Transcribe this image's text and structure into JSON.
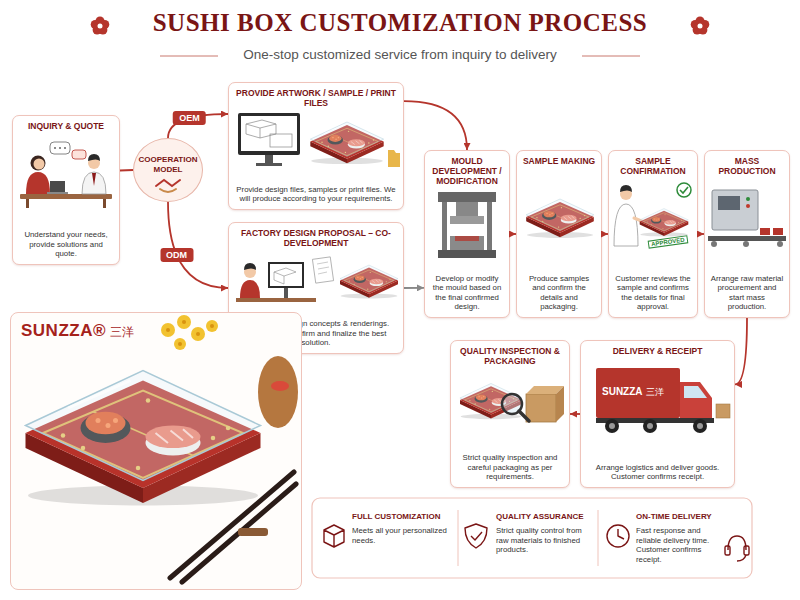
{
  "diagram": {
    "title": "SUSHI BOX CUSTOMIZATION PROCESS",
    "nodes": [
      {
        "text": [
          "INQUIRY & QUOTE",
          "Understand your needs, provide solutions and quote."
        ]
      },
      {
        "text": [
          "COOPERATION MODEL"
        ]
      },
      {
        "text": [
          "PROVIDE ARTWORK / SAMPLE / PRINT FILES",
          "Provide design files, samples or print files. We will produce according to your requirements."
        ]
      },
      {
        "text": [
          "FACTORY DESIGN PROPOSAL – CO-DEVELOPMENT",
          "We provide design concepts & renderings. Both parties confirm and finalize the best solution."
        ]
      },
      {
        "text": [
          "MOULD DEVELOPMENT / MODIFICATION",
          "Develop or modify the mould based on the final confirmed design."
        ]
      },
      {
        "text": [
          "SAMPLE MAKING",
          "Produce samples and confirm the details and packaging."
        ]
      },
      {
        "text": [
          "SAMPLE CONFIRMATION",
          "Customer reviews the sample and confirms the details for final approval."
        ]
      },
      {
        "text": [
          "MASS PRODUCTION",
          "Arrange raw material procurement and start mass production."
        ]
      },
      {
        "text": [
          "DELIVERY & RECEIPT",
          "Arrange logistics and deliver goods. Customer confirms receipt."
        ]
      },
      {
        "text": [
          "QUALITY INSPECTION & PACKAGING",
          "Strict quality inspection and careful packaging as per requirements."
        ]
      },
      {
        "text": [
          "SUNZZA®",
          "三洋"
        ]
      },
      {
        "text": [
          "FULL CUSTOMIZATION",
          "Meets all your personalized needs."
        ]
      },
      {
        "text": [
          "QUALITY ASSURANCE",
          "Strict quality control from raw materials to finished products."
        ]
      },
      {
        "text": [
          "ON-TIME DELIVERY",
          "Fast response and reliable delivery time. Customer confirms receipt."
        ]
      }
    ],
    "edges": [
      {
        "from": 0,
        "to": 1,
        "arrow": "none"
      },
      {
        "from": 1,
        "to": 2,
        "label": "OEM",
        "arrow": "to"
      },
      {
        "from": 1,
        "to": 3,
        "label": "ODM",
        "arrow": "to"
      },
      {
        "from": 2,
        "to": 4,
        "arrow": "to"
      },
      {
        "from": 3,
        "to": 4,
        "arrow": "to"
      },
      {
        "from": 4,
        "to": 5,
        "arrow": "to"
      },
      {
        "from": 5,
        "to": 6,
        "arrow": "to"
      },
      {
        "from": 6,
        "to": 7,
        "arrow": "to"
      },
      {
        "from": 7,
        "to": 8,
        "arrow": "to"
      },
      {
        "from": 8,
        "to": 9,
        "arrow": "to"
      }
    ],
    "labels": [
      "One-stop customized service from inquiry to delivery",
      "APPROVED",
      "SUNZZA",
      "三洋"
    ]
  }
}
